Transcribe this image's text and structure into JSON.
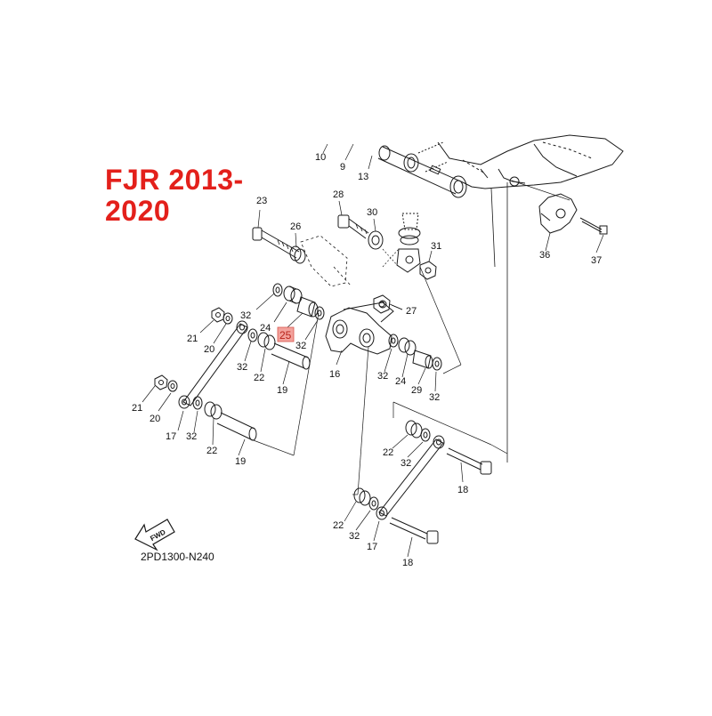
{
  "title": {
    "line1": "FJR 2013-",
    "line2": "2020"
  },
  "diagram_code": "2PD1300-N240",
  "fwd_arrow_text": "FWD",
  "highlight_color": "#f3a29c",
  "title_color": "#e3201b",
  "callouts": {
    "c10": "10",
    "c9": "9",
    "c13": "13",
    "c23": "23",
    "c26": "26",
    "c28": "28",
    "c30": "30",
    "c31": "31",
    "c36": "36",
    "c37": "37",
    "c32a": "32",
    "c24a": "24",
    "c25": "25",
    "c32b": "32",
    "c27": "27",
    "c21a": "21",
    "c20a": "20",
    "c32c": "32",
    "c22a": "22",
    "c19a": "19",
    "c16": "16",
    "c32d": "32",
    "c24b": "24",
    "c29": "29",
    "c32e": "32",
    "c21b": "21",
    "c20b": "20",
    "c17a": "17",
    "c32f": "32",
    "c22b": "22",
    "c19b": "19",
    "c22c": "22",
    "c32g": "32",
    "c18a": "18",
    "c22d": "22",
    "c32h": "32",
    "c17b": "17",
    "c18b": "18"
  }
}
